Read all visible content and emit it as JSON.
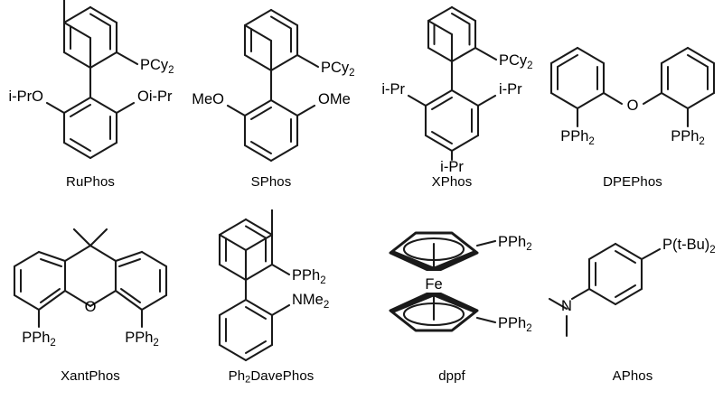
{
  "figure": {
    "kind": "chemical-structure-grid",
    "background_color": "#ffffff",
    "line_color": "#1a1a1a",
    "text_color": "#000000",
    "rows": 2,
    "columns": 4,
    "total_structures": 8
  },
  "structures": [
    {
      "id": "ruphos",
      "name": "RuPhos",
      "row": 1,
      "column": 1,
      "class": "biaryl monophosphine",
      "labels": [
        "PCy2",
        "i-PrO",
        "Oi-Pr"
      ],
      "atom_labels": [
        {
          "text": "PCy",
          "sub": "2"
        },
        {
          "text": "i-PrO",
          "sub": ""
        },
        {
          "text": "Oi-Pr",
          "sub": ""
        }
      ]
    },
    {
      "id": "sphos",
      "name": "SPhos",
      "row": 1,
      "column": 2,
      "class": "biaryl monophosphine",
      "labels": [
        "PCy2",
        "MeO",
        "OMe"
      ],
      "atom_labels": [
        {
          "text": "PCy",
          "sub": "2"
        },
        {
          "text": "MeO",
          "sub": ""
        },
        {
          "text": "OMe",
          "sub": ""
        }
      ]
    },
    {
      "id": "xphos",
      "name": "XPhos",
      "row": 1,
      "column": 3,
      "class": "biaryl monophosphine",
      "labels": [
        "PCy2",
        "i-Pr",
        "i-Pr",
        "i-Pr"
      ],
      "atom_labels": [
        {
          "text": "PCy",
          "sub": "2"
        },
        {
          "text": "i-Pr",
          "sub": ""
        },
        {
          "text": "i-Pr",
          "sub": ""
        },
        {
          "text": "i-Pr",
          "sub": ""
        }
      ]
    },
    {
      "id": "dpephos",
      "name": "DPEPhos",
      "row": 1,
      "column": 4,
      "class": "diaryl ether bisphosphine",
      "labels": [
        "O",
        "PPh2",
        "PPh2"
      ],
      "atom_labels": [
        {
          "text": "O",
          "sub": ""
        },
        {
          "text": "PPh",
          "sub": "2"
        },
        {
          "text": "PPh",
          "sub": "2"
        }
      ]
    },
    {
      "id": "xantphos",
      "name": "XantPhos",
      "row": 2,
      "column": 1,
      "class": "xanthene bisphosphine",
      "labels": [
        "O",
        "PPh2",
        "PPh2"
      ],
      "atom_labels": [
        {
          "text": "O",
          "sub": ""
        },
        {
          "text": "PPh",
          "sub": "2"
        },
        {
          "text": "PPh",
          "sub": "2"
        }
      ]
    },
    {
      "id": "ph2davephos",
      "name": "Ph2DavePhos",
      "name_prefix": "Ph",
      "name_sub": "2",
      "name_suffix": "DavePhos",
      "row": 2,
      "column": 2,
      "class": "biaryl aminophosphine",
      "labels": [
        "PPh2",
        "NMe2"
      ],
      "atom_labels": [
        {
          "text": "PPh",
          "sub": "2"
        },
        {
          "text": "NMe",
          "sub": "2"
        }
      ]
    },
    {
      "id": "dppf",
      "name": "dppf",
      "row": 2,
      "column": 3,
      "class": "ferrocene bisphosphine",
      "labels": [
        "Fe",
        "PPh2",
        "PPh2"
      ],
      "atom_labels": [
        {
          "text": "Fe",
          "sub": ""
        },
        {
          "text": "PPh",
          "sub": "2"
        },
        {
          "text": "PPh",
          "sub": "2"
        }
      ]
    },
    {
      "id": "aphos",
      "name": "APhos",
      "row": 2,
      "column": 4,
      "class": "aryl di-tert-butylphosphine",
      "labels": [
        "N",
        "P(t-Bu)2"
      ],
      "atom_labels": [
        {
          "text": "N",
          "sub": ""
        },
        {
          "text": "P(t-Bu)",
          "sub": "2"
        }
      ]
    }
  ],
  "captions": {
    "ruphos": "RuPhos",
    "sphos": "SPhos",
    "xphos": "XPhos",
    "dpephos": "DPEPhos",
    "xantphos": "XantPhos",
    "ph2davephos_prefix": "Ph",
    "ph2davephos_sub": "2",
    "ph2davephos_suffix": "DavePhos",
    "dppf": "dppf",
    "aphos": "APhos"
  }
}
